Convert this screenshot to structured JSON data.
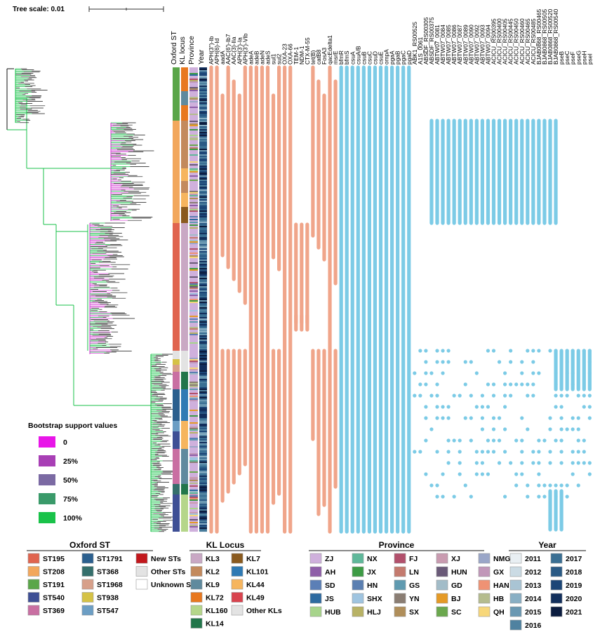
{
  "tree_scale": {
    "label": "Tree scale: 0.01"
  },
  "column_headers": {
    "annotations": [
      "Oxford ST",
      "KL locus",
      "Province",
      "Year"
    ],
    "genes": [
      "APH(3'')-Ib",
      "APH(6)-Id",
      "aadA",
      "AAC(6')-Ib7",
      "AAC(3)-IIa",
      "APH(3')-Ia",
      "APH(3')-VIb",
      "adeA",
      "adeB",
      "adeN",
      "adeS",
      "sul1",
      "sul2",
      "OXA-23",
      "OXA-66",
      "TEM-1",
      "NDM-1",
      "CTX-M-55",
      "tet(B)",
      "catB8",
      "FosA3",
      "qacEdelta1",
      "msrE",
      "bfmR",
      "bfmS",
      "csuA",
      "csuA/B",
      "csuB",
      "csuC",
      "csuD",
      "csuE",
      "ompA",
      "pgaA",
      "pgaB",
      "pgaC",
      "pgaD",
      "ABK1_RS00525",
      "A1S_0061",
      "ABSDF_RS00305",
      "ABSDF_RS00375",
      "ABTW07_0081",
      "ABTW07_0084",
      "ABTW07_0085",
      "ABTW07_0086",
      "ABTW07_0087",
      "ABTW07_0089",
      "ABTW07_0090",
      "ABTW07_0092",
      "ABTW07_0093",
      "ABTW07_0094",
      "ACICU_RS00395",
      "ACICU_RS00400",
      "ACICU_RS00405",
      "ACICU_RS00445",
      "ACICU_RS00450",
      "ACICU_RS00460",
      "ACICU_RS00465",
      "ACICU_RS00485",
      "BJAB0868_RS00465",
      "BJAB0868_RS00505",
      "BJAB0868_RS00520",
      "BJAB0868_RS00540",
      "pseB",
      "pseC",
      "pseF",
      "pseG",
      "pseH",
      "pseI"
    ]
  },
  "bootstrap": {
    "title": "Bootstrap support values",
    "items": [
      {
        "label": "0",
        "color": "#e815e8"
      },
      {
        "label": "25%",
        "color": "#a83fb5"
      },
      {
        "label": "50%",
        "color": "#7b6aa3"
      },
      {
        "label": "75%",
        "color": "#3a9a6a"
      },
      {
        "label": "100%",
        "color": "#19c249"
      }
    ]
  },
  "legend_st": {
    "title": "Oxford ST",
    "items": [
      {
        "label": "ST195",
        "color": "#e0644f"
      },
      {
        "label": "ST208",
        "color": "#f2a75c"
      },
      {
        "label": "ST191",
        "color": "#5aa649"
      },
      {
        "label": "ST540",
        "color": "#3e4f95"
      },
      {
        "label": "ST369",
        "color": "#c96fa2"
      },
      {
        "label": "ST1791",
        "color": "#2b5f8e"
      },
      {
        "label": "ST368",
        "color": "#356f6c"
      },
      {
        "label": "ST1968",
        "color": "#d7a08a"
      },
      {
        "label": "ST938",
        "color": "#d5c246"
      },
      {
        "label": "ST547",
        "color": "#6c9ec4"
      },
      {
        "label": "New STs",
        "color": "#c2171c"
      },
      {
        "label": "Other STs",
        "color": "#e3e3e3"
      },
      {
        "label": "Unknown ST",
        "color": "#ffffff"
      }
    ]
  },
  "legend_kl": {
    "title": "KL Locus",
    "items": [
      {
        "label": "KL3",
        "color": "#c9a8c4"
      },
      {
        "label": "KL2",
        "color": "#c38a5d"
      },
      {
        "label": "KL9",
        "color": "#5f8a9e"
      },
      {
        "label": "KL72",
        "color": "#e8781f"
      },
      {
        "label": "KL160",
        "color": "#b5d68a"
      },
      {
        "label": "KL14",
        "color": "#22764a"
      },
      {
        "label": "KL7",
        "color": "#8a5a1e"
      },
      {
        "label": "KL101",
        "color": "#2f7ab4"
      },
      {
        "label": "KL44",
        "color": "#f6b55e"
      },
      {
        "label": "KL49",
        "color": "#d8434e"
      },
      {
        "label": "Other KLs",
        "color": "#e3e3e3"
      }
    ]
  },
  "legend_province": {
    "title": "Province",
    "items": [
      {
        "label": "ZJ",
        "color": "#cfb0dc"
      },
      {
        "label": "AH",
        "color": "#8f5fa8"
      },
      {
        "label": "SD",
        "color": "#5b7fb6"
      },
      {
        "label": "JS",
        "color": "#2d6aa0"
      },
      {
        "label": "HUB",
        "color": "#a7d48b"
      },
      {
        "label": "NX",
        "color": "#5fb89a"
      },
      {
        "label": "JX",
        "color": "#3d9b45"
      },
      {
        "label": "HN",
        "color": "#5b7fb1"
      },
      {
        "label": "SHX",
        "color": "#9fc4e0"
      },
      {
        "label": "HLJ",
        "color": "#b8b265"
      },
      {
        "label": "FJ",
        "color": "#b2506c"
      },
      {
        "label": "LN",
        "color": "#c47a6e"
      },
      {
        "label": "GS",
        "color": "#5f9ab0"
      },
      {
        "label": "YN",
        "color": "#8a7d73"
      },
      {
        "label": "SX",
        "color": "#b08e5a"
      },
      {
        "label": "XJ",
        "color": "#c99bb0"
      },
      {
        "label": "HUN",
        "color": "#6a5a78"
      },
      {
        "label": "GD",
        "color": "#a2bcc8"
      },
      {
        "label": "BJ",
        "color": "#e59a26"
      },
      {
        "label": "SC",
        "color": "#6ba84e"
      },
      {
        "label": "NMG",
        "color": "#9aa6c8"
      },
      {
        "label": "GX",
        "color": "#c197b9"
      },
      {
        "label": "HAN",
        "color": "#ef9274"
      },
      {
        "label": "HB",
        "color": "#b5bc8e"
      },
      {
        "label": "QH",
        "color": "#f7d77a"
      }
    ]
  },
  "legend_year": {
    "title": "Year",
    "items": [
      {
        "label": "2011",
        "color": "#e9eff3"
      },
      {
        "label": "2012",
        "color": "#cbdbe4"
      },
      {
        "label": "2013",
        "color": "#a9c4d4"
      },
      {
        "label": "2014",
        "color": "#89afc4"
      },
      {
        "label": "2015",
        "color": "#6a98b2"
      },
      {
        "label": "2016",
        "color": "#4f82a0"
      },
      {
        "label": "2017",
        "color": "#3a6f93"
      },
      {
        "label": "2018",
        "color": "#2a5a85"
      },
      {
        "label": "2019",
        "color": "#1c4677"
      },
      {
        "label": "2020",
        "color": "#122f5c"
      },
      {
        "label": "2021",
        "color": "#0b1c3f"
      }
    ]
  },
  "colors": {
    "resistance_gene": "#f0a58a",
    "virulence_gene": "#7ccbe6"
  }
}
